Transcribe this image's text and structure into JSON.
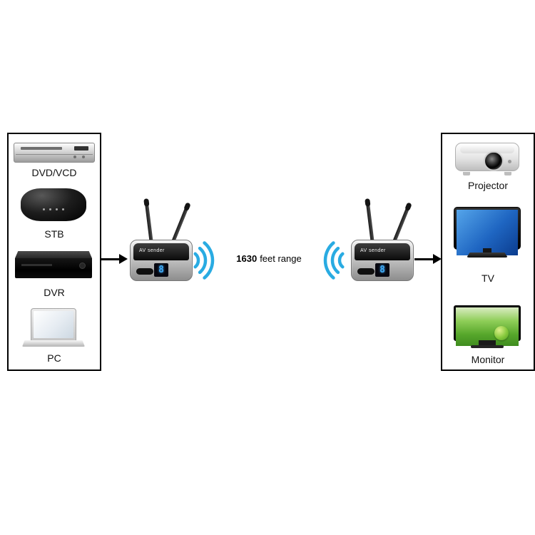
{
  "diagram": {
    "range": {
      "value": "1630",
      "unit": "feet range"
    },
    "sources": {
      "items": [
        {
          "label": "DVD/VCD"
        },
        {
          "label": "STB"
        },
        {
          "label": "DVR"
        },
        {
          "label": "PC"
        }
      ]
    },
    "displays": {
      "items": [
        {
          "label": "Projector"
        },
        {
          "label": "TV"
        },
        {
          "label": "Monitor"
        }
      ]
    },
    "transmitter": {
      "brand": "AV sender",
      "channel": "8"
    },
    "receiver": {
      "brand": "AV sender",
      "channel": "8"
    },
    "colors": {
      "wifi_signal": "#29abe2",
      "channel_digit": "#3fa9f5"
    }
  }
}
